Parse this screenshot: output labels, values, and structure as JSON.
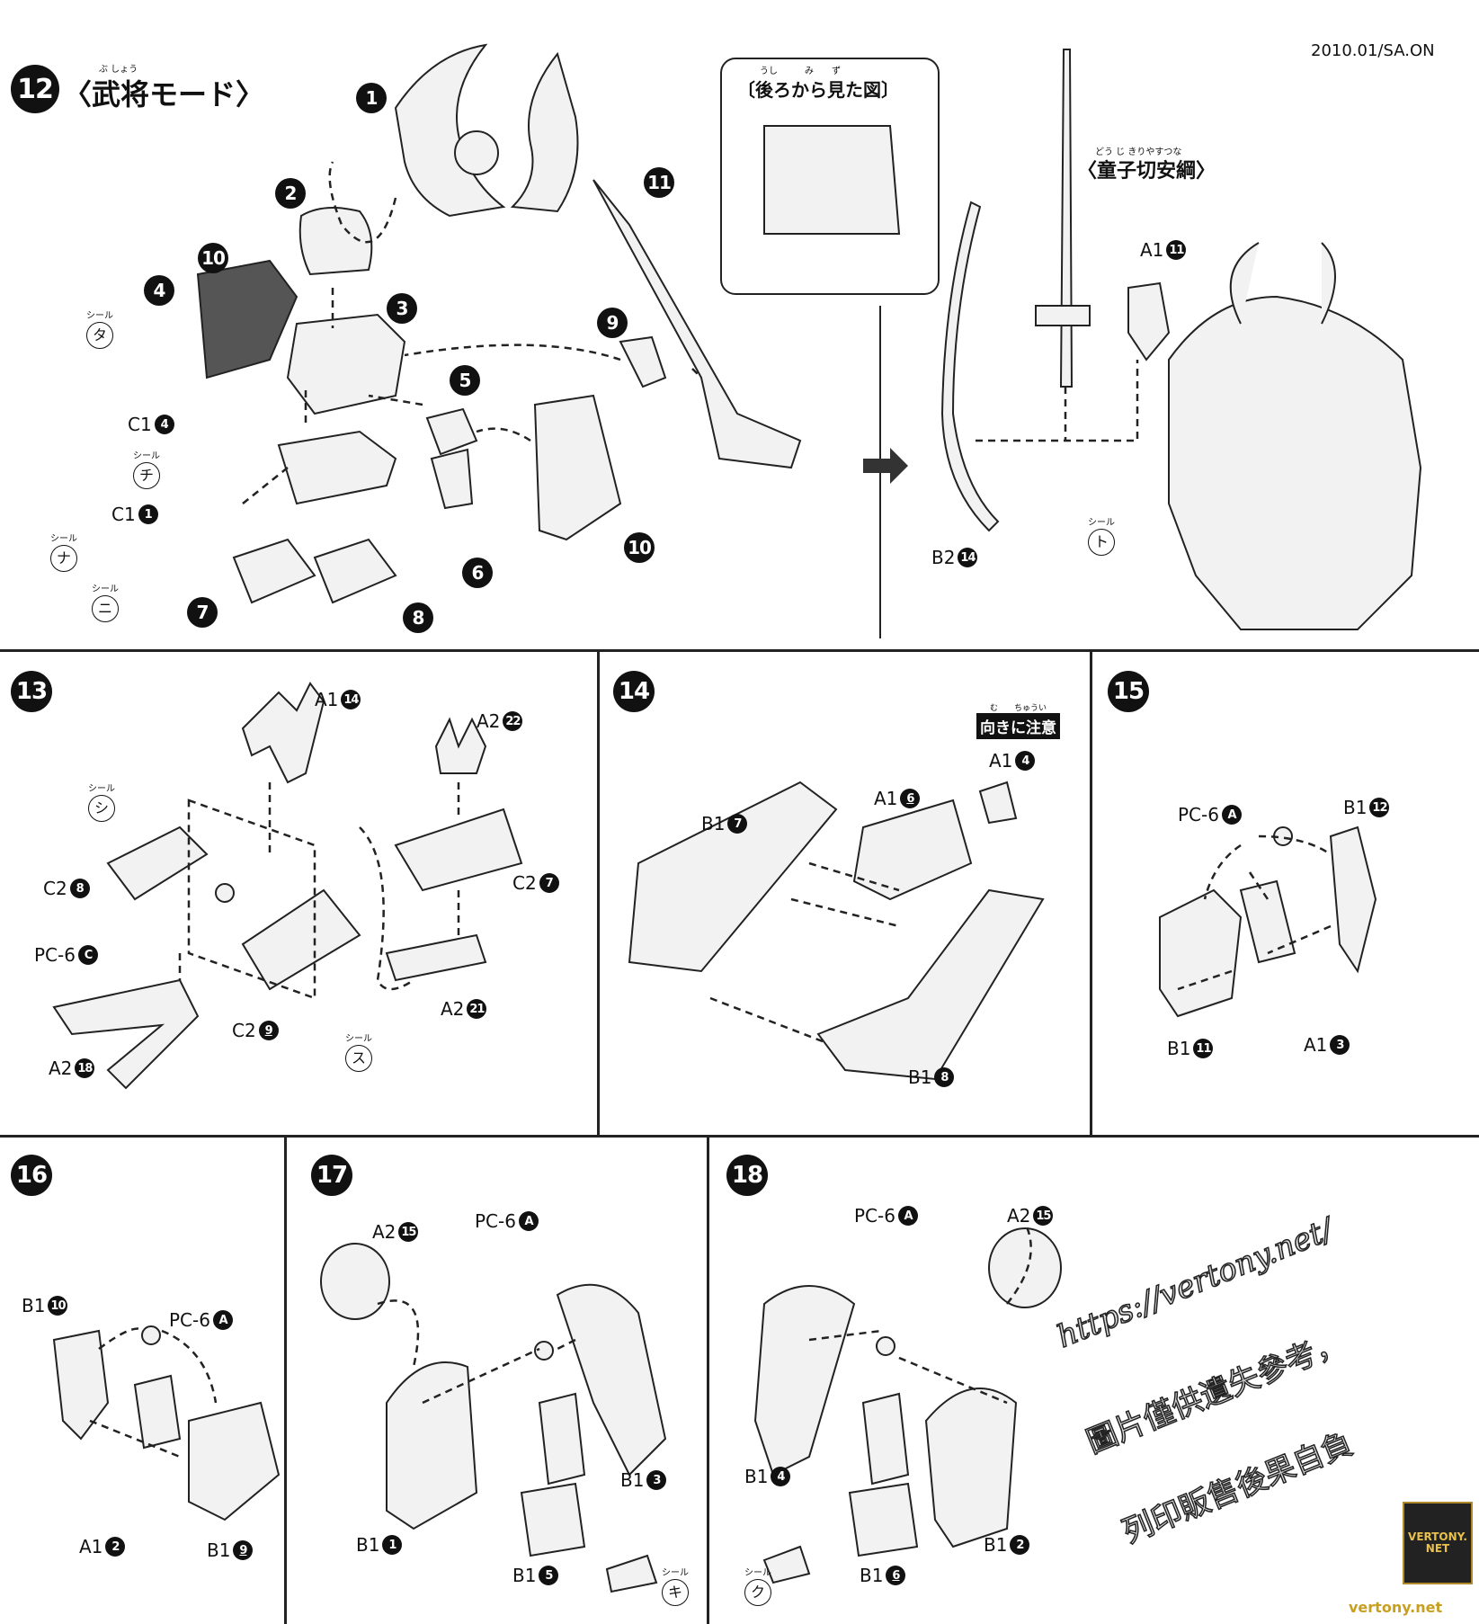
{
  "header": {
    "code": "2010.01/SA.ON",
    "step_number": "12",
    "title": "〈武将モード〉",
    "title_ruby": "ぶ しょう",
    "back_view_label": "〔後ろから見た図〕",
    "back_view_ruby": "うし　　　み　　ず",
    "weapon_title": "〈童子切安綱〉",
    "weapon_ruby": "どう じ きりやすつな"
  },
  "seal_label": "シール",
  "note_box": {
    "text": "向きに注意",
    "ruby": "む　　ちゅうい"
  },
  "step12": {
    "callouts": [
      "1",
      "2",
      "3",
      "4",
      "5",
      "6",
      "7",
      "8",
      "9",
      "10",
      "11",
      "10"
    ],
    "labels": [
      {
        "text": "C1",
        "num": "4"
      },
      {
        "text": "C1",
        "num": "1"
      },
      {
        "text": "A1",
        "num": "11"
      },
      {
        "text": "B2",
        "num": "14"
      }
    ],
    "seals": [
      "タ",
      "チ",
      "ナ",
      "ニ",
      "ト"
    ]
  },
  "step13": {
    "number": "13",
    "labels": [
      {
        "text": "A1",
        "num": "14"
      },
      {
        "text": "A2",
        "num": "22"
      },
      {
        "text": "C2",
        "num": "8"
      },
      {
        "text": "C2",
        "num": "7"
      },
      {
        "text": "PC-6",
        "num": "C"
      },
      {
        "text": "A2",
        "num": "21"
      },
      {
        "text": "C2",
        "num": "9"
      },
      {
        "text": "A2",
        "num": "18"
      }
    ],
    "seals": [
      "シ",
      "ス"
    ]
  },
  "step14": {
    "number": "14",
    "labels": [
      {
        "text": "A1",
        "num": "4"
      },
      {
        "text": "B1",
        "num": "7"
      },
      {
        "text": "A1",
        "num": "6"
      },
      {
        "text": "B1",
        "num": "8"
      }
    ]
  },
  "step15": {
    "number": "15",
    "labels": [
      {
        "text": "PC-6",
        "num": "A"
      },
      {
        "text": "B1",
        "num": "12"
      },
      {
        "text": "B1",
        "num": "11"
      },
      {
        "text": "A1",
        "num": "3"
      }
    ]
  },
  "step16": {
    "number": "16",
    "labels": [
      {
        "text": "B1",
        "num": "10"
      },
      {
        "text": "PC-6",
        "num": "A"
      },
      {
        "text": "A1",
        "num": "2"
      },
      {
        "text": "B1",
        "num": "9"
      }
    ]
  },
  "step17": {
    "number": "17",
    "labels": [
      {
        "text": "A2",
        "num": "15"
      },
      {
        "text": "PC-6",
        "num": "A"
      },
      {
        "text": "B1",
        "num": "3"
      },
      {
        "text": "B1",
        "num": "1"
      },
      {
        "text": "B1",
        "num": "5"
      }
    ],
    "seals": [
      "キ"
    ]
  },
  "step18": {
    "number": "18",
    "labels": [
      {
        "text": "PC-6",
        "num": "A"
      },
      {
        "text": "A2",
        "num": "15"
      },
      {
        "text": "B1",
        "num": "4"
      },
      {
        "text": "B1",
        "num": "6"
      },
      {
        "text": "B1",
        "num": "2"
      }
    ],
    "seals": [
      "ク"
    ]
  },
  "watermark": {
    "url": "https://vertony.net/",
    "line2": "圖片僅供遺失參考，",
    "line3": "列印販售後果自負",
    "logo": "VERTONY.NET",
    "footer": "vertony.net"
  }
}
